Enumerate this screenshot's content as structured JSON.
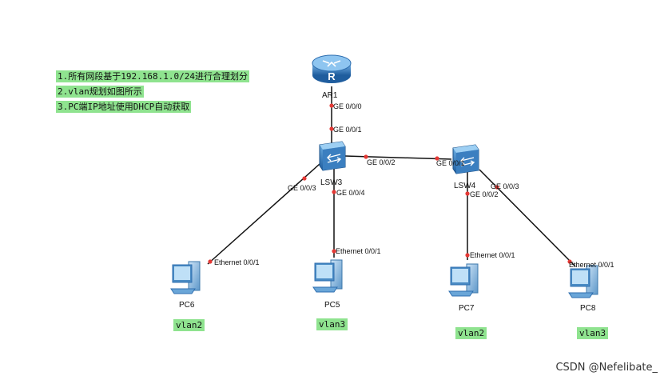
{
  "notes": [
    "1.所有网段基于192.168.1.0/24进行合理划分",
    "2.vlan规划如图所示",
    "3.PC端IP地址使用DHCP自动获取"
  ],
  "devices": {
    "ar1": "AR1",
    "lsw3": "LSW3",
    "lsw4": "LSW4",
    "pc6": "PC6",
    "pc5": "PC5",
    "pc7": "PC7",
    "pc8": "PC8"
  },
  "ports": {
    "ar1_g000": "GE 0/0/0",
    "lsw3_g001": "GE 0/0/1",
    "lsw3_g002": "GE 0/0/2",
    "lsw3_g003": "GE 0/0/3",
    "lsw3_g004": "GE 0/0/4",
    "lsw4_g001": "GE 0/0/1",
    "lsw4_g002": "GE 0/0/2",
    "lsw4_g003": "GE 0/0/3",
    "pc6_eth": "Ethernet 0/0/1",
    "pc5_eth": "Ethernet 0/0/1",
    "pc7_eth": "Ethernet 0/0/1",
    "pc8_eth": "Ethernet 0/0/1"
  },
  "vlans": {
    "pc6": "vlan2",
    "pc5": "vlan3",
    "pc7": "vlan2",
    "pc8": "vlan3"
  },
  "watermark": "CSDN @Nefelibate_",
  "colors": {
    "note_bg": "#8fe38f",
    "port_dot": "#e53935",
    "link": "#111111",
    "device_blue": "#2f6fb0"
  }
}
